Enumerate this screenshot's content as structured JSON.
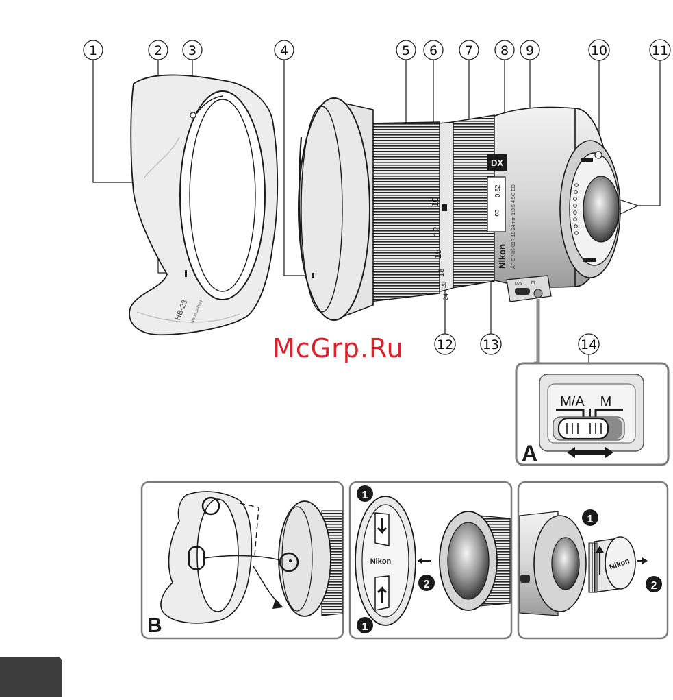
{
  "callouts": [
    "1",
    "2",
    "3",
    "4",
    "5",
    "6",
    "7",
    "8",
    "9",
    "10",
    "11",
    "12",
    "13",
    "14"
  ],
  "hood_text": [
    "HB-23",
    "Nikon JAPAN"
  ],
  "lens_text": {
    "brand": "Nikon",
    "format_badge": "DX",
    "distance_scale": [
      "∞",
      "2",
      "0.5"
    ],
    "model_text": "AF-S NIKKOR 10-24mm 1:3.5-4.5G ED",
    "focal_marks": [
      "10",
      "12",
      "15",
      "18",
      "20",
      "24"
    ],
    "switch_small": [
      "M/A",
      "M"
    ]
  },
  "inset_a": {
    "letter": "A",
    "label_ma": "M/A",
    "label_m": "M"
  },
  "panel_b": {
    "letter": "B"
  },
  "cap_panel": {
    "brand": "Nikon",
    "steps": [
      "1",
      "2",
      "1"
    ]
  },
  "rear_panel": {
    "brand": "Nikon",
    "steps": [
      "1",
      "2"
    ]
  },
  "watermark": "McGrp.Ru",
  "colors": {
    "line": "#1a1a1a",
    "panel_border": "#7a7a7a",
    "connector": "#8c8c8c",
    "watermark": "#d9232b",
    "page_tab": "#3d3d3d"
  }
}
